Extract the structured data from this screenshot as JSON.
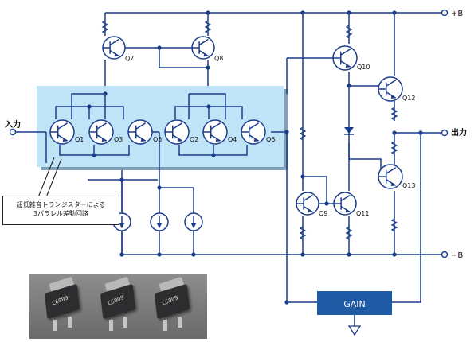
{
  "labels": {
    "input": "入力",
    "output": "出力",
    "supply_pos": "+B",
    "supply_neg": "−B",
    "gain_block": "GAIN"
  },
  "callout": {
    "line1": "超低雑音トランジスターによる",
    "line2": "3パラレル差動回路"
  },
  "transistors": {
    "q1": "Q1",
    "q2": "Q2",
    "q3": "Q3",
    "q4": "Q4",
    "q5": "Q5",
    "q6": "Q6",
    "q7": "Q7",
    "q8": "Q8",
    "q9": "Q9",
    "q10": "Q10",
    "q11": "Q11",
    "q12": "Q12",
    "q13": "Q13"
  },
  "photo": {
    "part_marking": "C6009"
  },
  "colors": {
    "wire": "#1a3c8c",
    "highlight": "#bfe3f7",
    "highlight_shadow": "#7e9fb5",
    "gain": "#1f5aa5"
  }
}
